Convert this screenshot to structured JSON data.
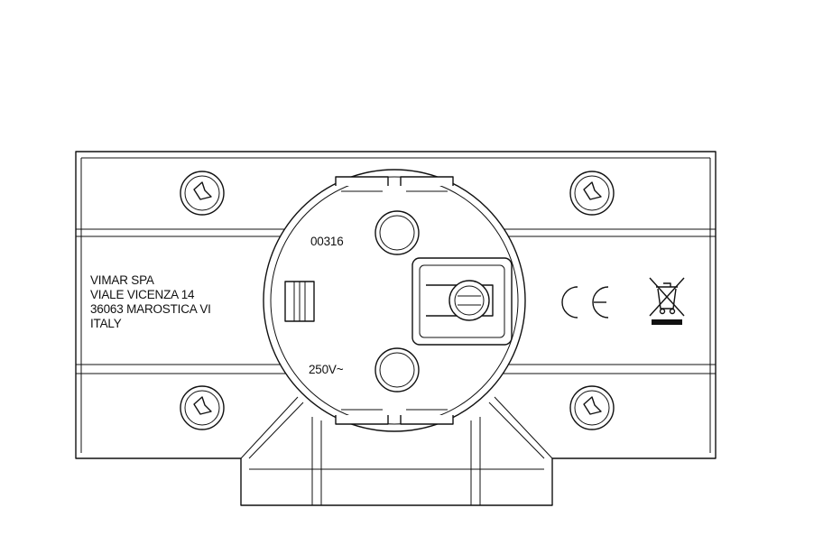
{
  "diagram": {
    "address_lines": [
      "VIMAR SPA",
      "VIALE VICENZA 14",
      "36063 MAROSTICA VI",
      "ITALY"
    ],
    "part_code": "00316",
    "voltage_rating": "250V~",
    "marks": [
      "ce-mark-icon",
      "weee-crossed-bin-icon"
    ],
    "stroke_color": "#111111",
    "background_color": "#ffffff"
  }
}
